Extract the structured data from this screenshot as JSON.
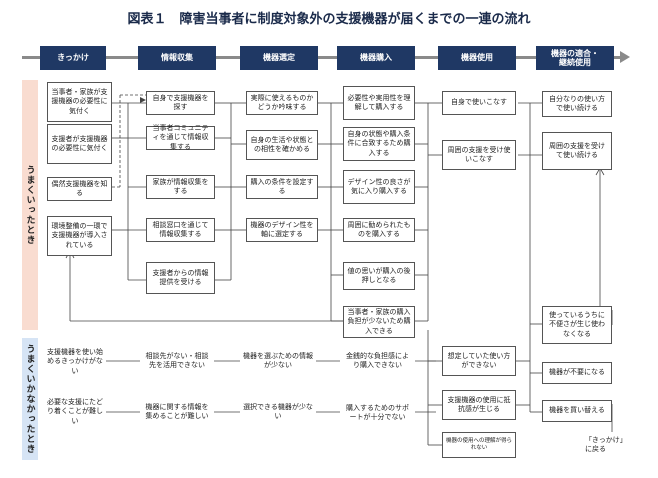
{
  "title": "図表１　障害当事者に制度対象外の支援機器が届くまでの一連の流れ",
  "stages": [
    "きっかけ",
    "情報収集",
    "機器選定",
    "機器購入",
    "機器使用",
    "機器の適合・\n継続使用"
  ],
  "bands": {
    "success": "うまくいったとき",
    "fail": "うまくいかなかったとき"
  },
  "boxes": {
    "k1": "当事者・家族が支援機器の必要性に気付く",
    "k2": "支援者が支援機器の必要性に気付く",
    "k3": "偶然支援機器を知る",
    "k4": "環境整備の一環で支援機器が導入されている",
    "k5": "支援機器を使い始めるきっかけがない",
    "k6": "必要な支援にたどり着くことが難しい",
    "i1": "自身で支援機器を探す",
    "i2": "当事者コミュニティを通じて情報収集する",
    "i3": "家族が情報収集をする",
    "i4": "相談窓口を通じて情報収集する",
    "i5": "支援者からの情報提供を受ける",
    "i6": "相談先がない・相談先を活用できない",
    "i7": "機器に関する情報を集めることが難しい",
    "s1": "実際に使えるものかどうか吟味する",
    "s2": "自身の生活や状態との相性を確かめる",
    "s3": "購入の条件を設定する",
    "s4": "機器のデザイン性を軸に選定する",
    "s5": "機器を選ぶための情報が少ない",
    "s6": "選択できる機器が少ない",
    "p1": "必要性や実用性を理解して購入する",
    "p2": "自身の状態や購入条件に合致するため購入する",
    "p3": "デザイン性の良さが気に入り購入する",
    "p4": "周囲に勧められたものを購入する",
    "p5": "値の思いが購入の後押しとなる",
    "p6": "当事者・家族の購入負担が少ないため購入できる",
    "p7": "金銭的な負担感により購入できない",
    "p8": "購入するためのサポートが十分でない",
    "u1": "自身で使いこなす",
    "u2": "周囲の支援を受け使いこなす",
    "u3": "想定していた使い方ができない",
    "u4": "支援機器の使用に抵抗感が生じる",
    "u5": "機器の使用への理解が得られない",
    "c1": "自分なりの使い方で使い続ける",
    "c2": "周囲の支援を受けて使い続ける",
    "c3": "使っているうちに不便さが生じ使わなくなる",
    "c4": "機器が不要になる",
    "c5": "機器を買い替える"
  },
  "back_note": "「きっかけ」\nに戻る"
}
